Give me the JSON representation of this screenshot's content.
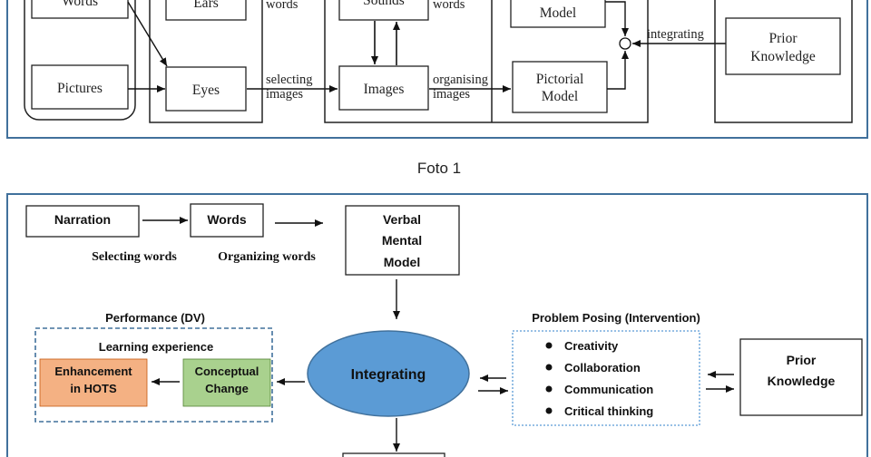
{
  "caption": "Foto 1",
  "fig1": {
    "words": "Words",
    "pictures": "Pictures",
    "ears": "Ears",
    "eyes": "Eyes",
    "sounds": "Sounds",
    "images": "Images",
    "verbal_model": "Model",
    "pictorial_model_line1": "Pictorial",
    "pictorial_model_line2": "Model",
    "prior_line1": "Prior",
    "prior_line2": "Knowledge",
    "sel_words": "words",
    "sel_images_line1": "selecting",
    "sel_images_line2": "images",
    "org_words": "words",
    "org_images_line1": "organising",
    "org_images_line2": "images",
    "integrating": "integrating"
  },
  "fig2": {
    "narration": "Narration",
    "words": "Words",
    "selecting_words": "Selecting words",
    "organizing_words": "Organizing words",
    "verbal_line1": "Verbal",
    "verbal_line2": "Mental",
    "verbal_line3": "Model",
    "performance_title": "Performance (DV)",
    "learning_experience": "Learning experience",
    "enhancement_line1": "Enhancement",
    "enhancement_line2": "in HOTS",
    "conceptual_line1": "Conceptual",
    "conceptual_line2": "Change",
    "integrating": "Integrating",
    "problem_posing_title": "Problem Posing (Intervention)",
    "pp_items": [
      "Creativity",
      "Collaboration",
      "Communication",
      "Critical thinking"
    ],
    "prior_line1": "Prior",
    "prior_line2": "Knowledge"
  },
  "colors": {
    "frame_blue": "#41719c",
    "ellipse_fill": "#5b9bd5",
    "orange": "#f4b183",
    "green": "#a9d18e",
    "dashed_blue": "#41719c"
  }
}
